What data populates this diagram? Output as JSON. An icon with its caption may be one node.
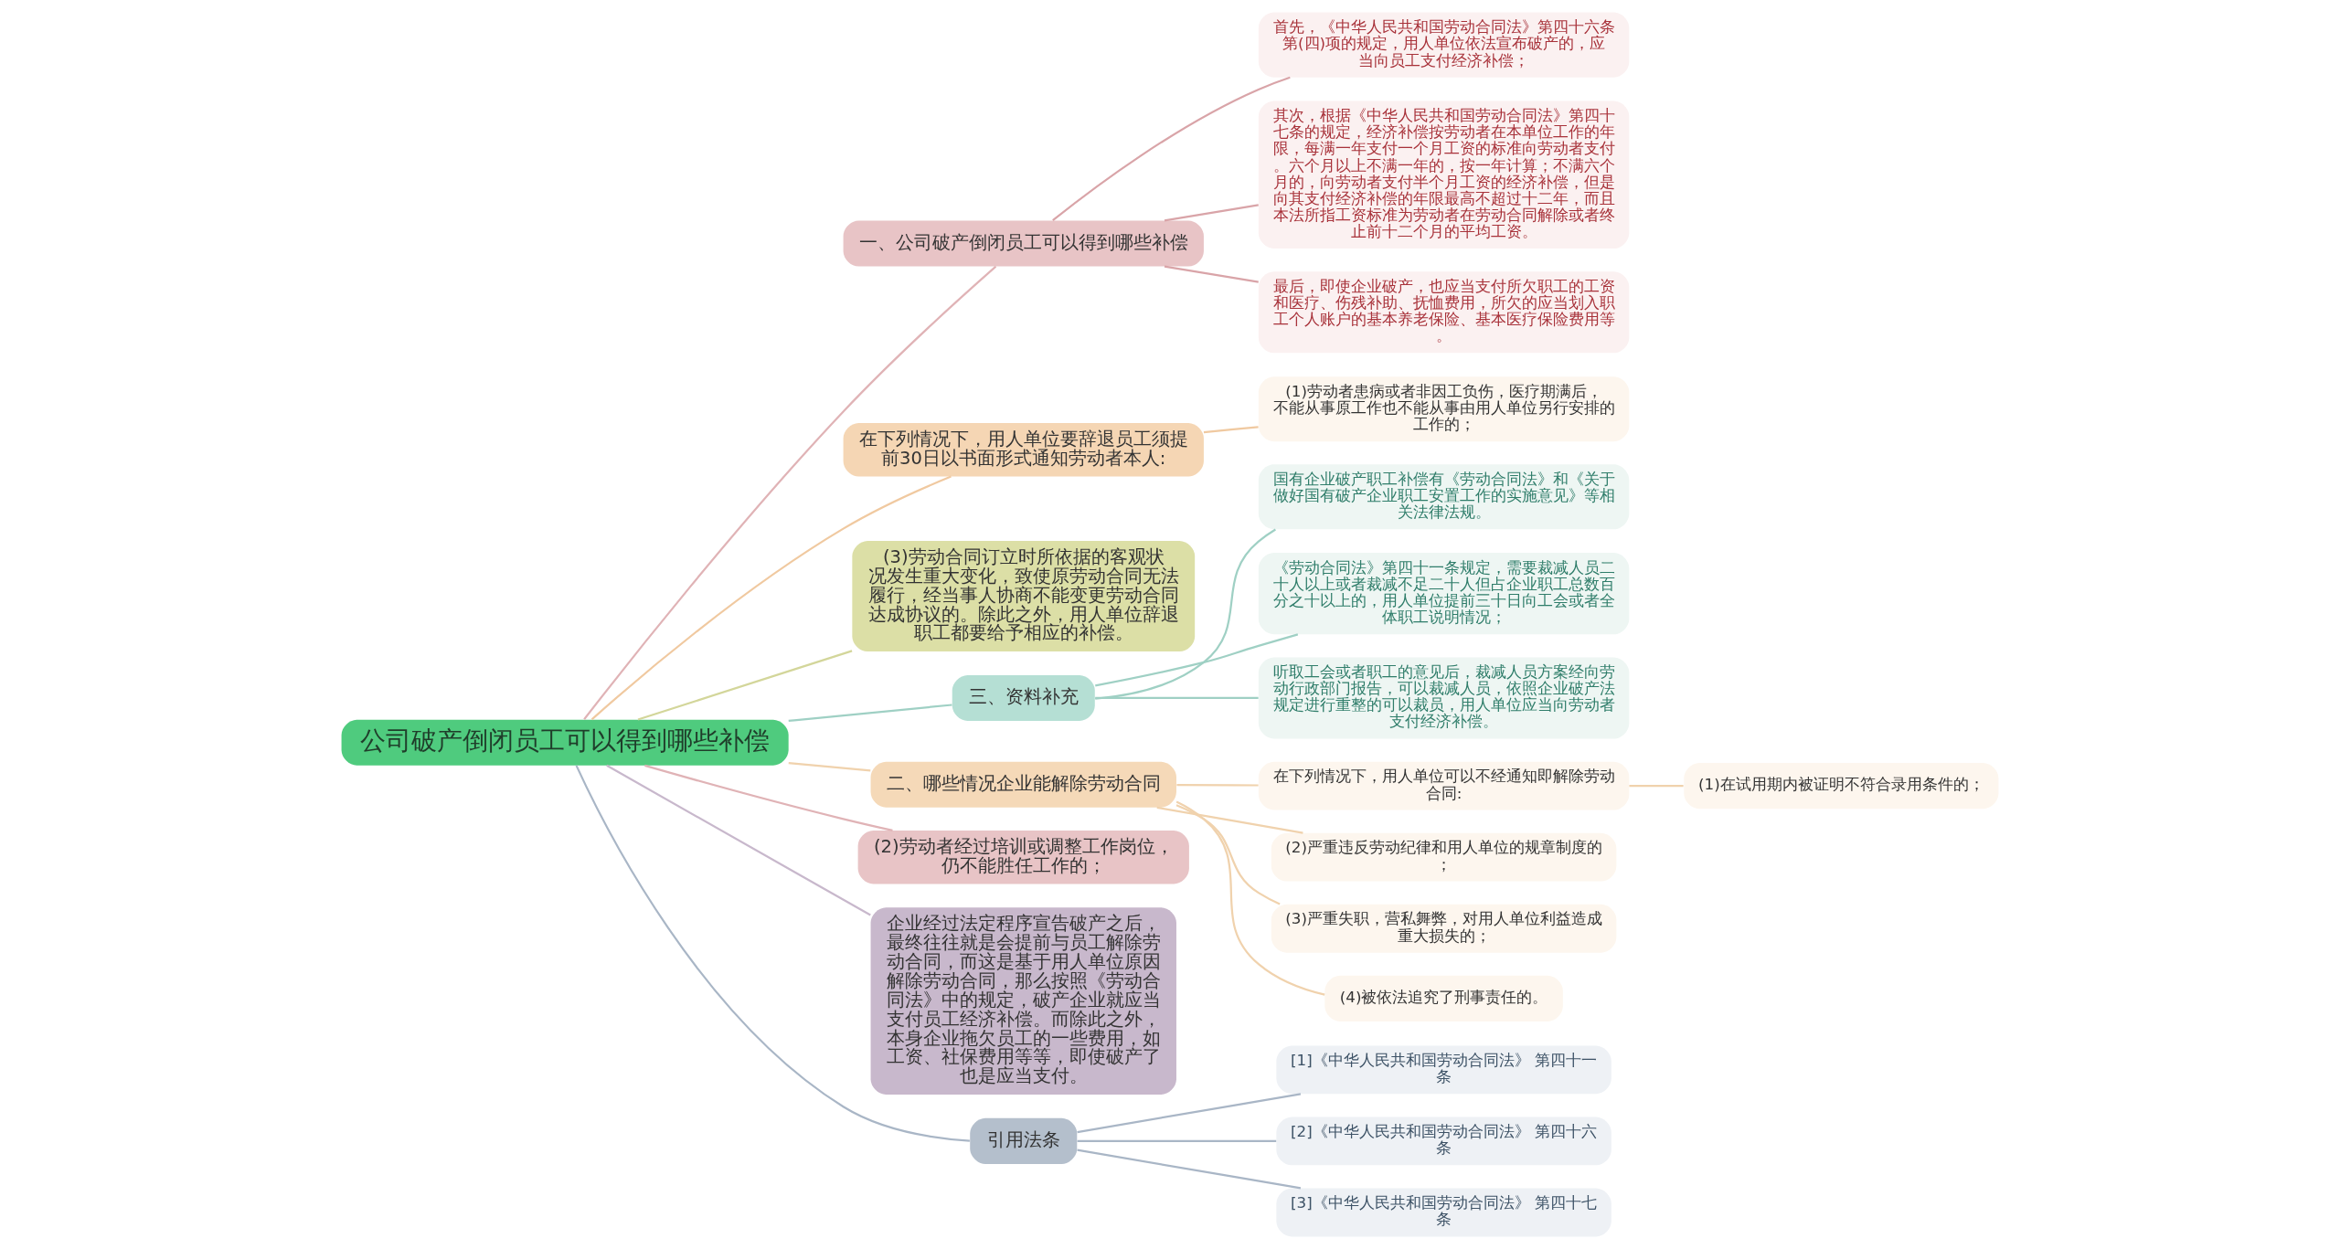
{
  "diagram": {
    "nodes": [
      {
        "text": [
          "公司破产倒闭员工可以得到哪些补偿"
        ]
      },
      {
        "text": [
          "一、公司破产倒闭员工可以得到哪些补偿"
        ]
      },
      {
        "text": [
          "首先，《中华人民共和国劳动合同法》第四十六条第(四)项的规定，用人单位依法宣布破产的，应当向员工支付经济补偿；"
        ]
      },
      {
        "text": [
          "其次，根据《中华人民共和国劳动合同法》第四十七条的规定，经济补偿按劳动者在本单位工作的年限，每满一年支付一个月工资的标准向劳动者支付。六个月以上不满一年的，按一年计算；不满六个月的，向劳动者支付半个月工资的经济补偿，但是向其支付经济补偿的年限最高不超过十二年，而且本法所指工资标准为劳动者在劳动合同解除或者终止前十二个月的平均工资。"
        ]
      },
      {
        "text": [
          "最后，即使企业破产，也应当支付所欠职工的工资和医疗、伤残补助、抚恤费用，所欠的应当划入职工个人账户的基本养老保险、基本医疗保险费用等。"
        ]
      },
      {
        "text": [
          "在下列情况下，用人单位要辞退员工须提前30日以书面形式通知劳动者本人:"
        ]
      },
      {
        "text": [
          "(1)劳动者患病或者非因工负伤，医疗期满后，不能从事原工作也不能从事由用人单位另行安排的工作的；"
        ]
      },
      {
        "text": [
          "(3)劳动合同订立时所依据的客观状况发生重大变化，致使原劳动合同无法履行，经当事人协商不能变更劳动合同达成协议的。除此之外，用人单位辞退职工都要给予相应的补偿。"
        ]
      },
      {
        "text": [
          "三、资料补充"
        ]
      },
      {
        "text": [
          "国有企业破产职工补偿有《劳动合同法》和《关于做好国有破产企业职工安置工作的实施意见》等相关法律法规。"
        ]
      },
      {
        "text": [
          "《劳动合同法》第四十一条规定，需要裁减人员二十人以上或者裁减不足二十人但占企业职工总数百分之十以上的，用人单位提前三十日向工会或者全体职工说明情况；"
        ]
      },
      {
        "text": [
          "听取工会或者职工的意见后，裁减人员方案经向劳动行政部门报告，可以裁减人员，依照企业破产法规定进行重整的可以裁员，用人单位应当向劳动者支付经济补偿。"
        ]
      },
      {
        "text": [
          "二、哪些情况企业能解除劳动合同"
        ]
      },
      {
        "text": [
          "在下列情况下，用人单位可以不经通知即解除劳动合同:"
        ]
      },
      {
        "text": [
          "(1)在试用期内被证明不符合录用条件的；"
        ]
      },
      {
        "text": [
          "(2)严重违反劳动纪律和用人单位的规章制度的；"
        ]
      },
      {
        "text": [
          "(3)严重失职，营私舞弊，对用人单位利益造成重大损失的；"
        ]
      },
      {
        "text": [
          "(4)被依法追究了刑事责任的。"
        ]
      },
      {
        "text": [
          "(2)劳动者经过培训或调整工作岗位，仍不能胜任工作的；"
        ]
      },
      {
        "text": [
          "企业经过法定程序宣告破产之后，最终往往就是会提前与员工解除劳动合同，而这是基于用人单位原因解除劳动合同，那么按照《劳动合同法》中的规定，破产企业就应当支付员工经济补偿。而除此之外，本身企业拖欠员工的一些费用，如工资、社保费用等等，即使破产了也是应当支付。"
        ]
      },
      {
        "text": [
          "引用法条"
        ]
      },
      {
        "text": [
          "[1]《中华人民共和国劳动合同法》 第四十一条"
        ]
      },
      {
        "text": [
          "[2]《中华人民共和国劳动合同法》 第四十六条"
        ]
      },
      {
        "text": [
          "[3]《中华人民共和国劳动合同法》 第四十七条"
        ]
      }
    ],
    "edges": [
      {
        "from": 0,
        "to": 1,
        "arrow": "none",
        "color": "#e0b3b6"
      },
      {
        "from": 1,
        "to": 2,
        "arrow": "none",
        "color": "#d9a4a8"
      },
      {
        "from": 1,
        "to": 3,
        "arrow": "none",
        "color": "#d9a4a8"
      },
      {
        "from": 1,
        "to": 4,
        "arrow": "none",
        "color": "#d9a4a8"
      },
      {
        "from": 0,
        "to": 5,
        "arrow": "none",
        "color": "#f0c9a0"
      },
      {
        "from": 5,
        "to": 6,
        "arrow": "none",
        "color": "#f0c9a0"
      },
      {
        "from": 0,
        "to": 7,
        "arrow": "none",
        "color": "#d3d69a"
      },
      {
        "from": 0,
        "to": 8,
        "arrow": "none",
        "color": "#9fd0c4"
      },
      {
        "from": 8,
        "to": 9,
        "arrow": "none",
        "color": "#9fd0c4"
      },
      {
        "from": 8,
        "to": 10,
        "arrow": "none",
        "color": "#9fd0c4"
      },
      {
        "from": 8,
        "to": 11,
        "arrow": "none",
        "color": "#9fd0c4"
      },
      {
        "from": 0,
        "to": 12,
        "arrow": "none",
        "color": "#f0d2ad"
      },
      {
        "from": 12,
        "to": 13,
        "arrow": "none",
        "color": "#f0d2ad"
      },
      {
        "from": 13,
        "to": 14,
        "arrow": "none",
        "color": "#f0d2ad"
      },
      {
        "from": 12,
        "to": 15,
        "arrow": "none",
        "color": "#f0d2ad"
      },
      {
        "from": 12,
        "to": 16,
        "arrow": "none",
        "color": "#f0d2ad"
      },
      {
        "from": 12,
        "to": 17,
        "arrow": "none",
        "color": "#f0d2ad"
      },
      {
        "from": 0,
        "to": 18,
        "arrow": "none",
        "color": "#e0b3b6"
      },
      {
        "from": 0,
        "to": 19,
        "arrow": "none",
        "color": "#c8b8cc"
      },
      {
        "from": 0,
        "to": 20,
        "arrow": "none",
        "color": "#a9b6c6"
      },
      {
        "from": 20,
        "to": 21,
        "arrow": "none",
        "color": "#a9b6c6"
      },
      {
        "from": 20,
        "to": 22,
        "arrow": "none",
        "color": "#a9b6c6"
      },
      {
        "from": 20,
        "to": 23,
        "arrow": "none",
        "color": "#a9b6c6"
      }
    ]
  }
}
